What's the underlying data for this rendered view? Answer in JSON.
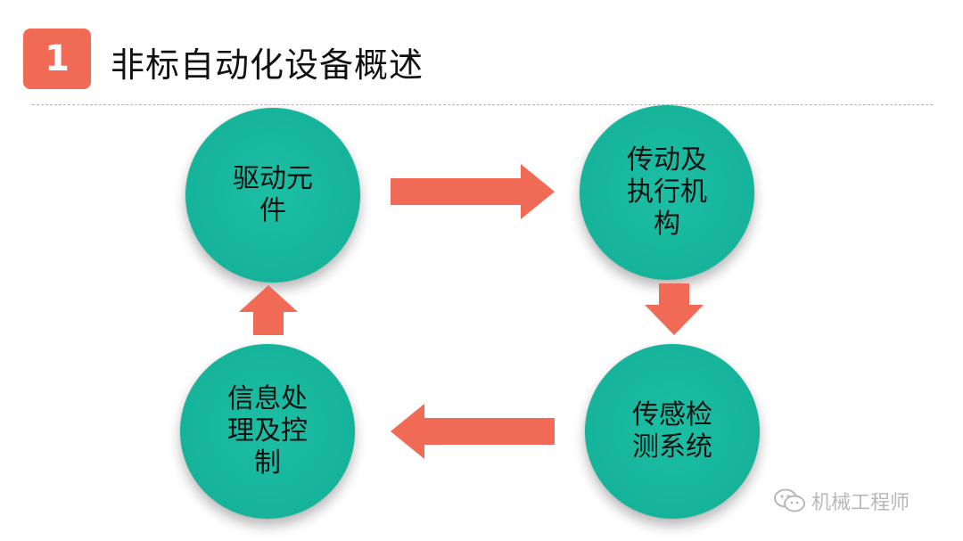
{
  "header": {
    "number": "1",
    "title": "非标自动化设备概述"
  },
  "nodes": [
    {
      "label": "驱动元件"
    },
    {
      "label": "传动及执行机构"
    },
    {
      "label": "传感检测系统"
    },
    {
      "label": "信息处理及控制"
    }
  ],
  "watermark": {
    "text": "机械工程师",
    "icon": "wechat-icon"
  },
  "colors": {
    "accent": "#f06a55",
    "node": "#16b39a"
  }
}
